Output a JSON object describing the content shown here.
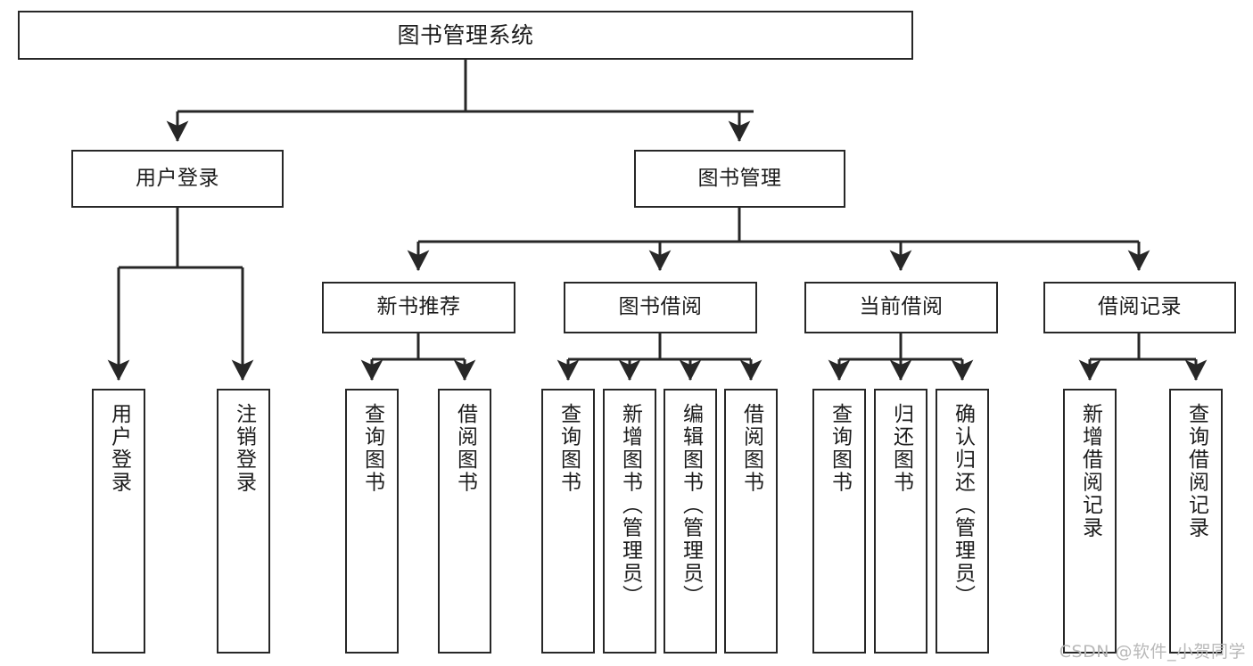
{
  "diagram": {
    "type": "tree-hierarchy-functional-decomposition",
    "title": "图书管理系统",
    "watermark": "CSDN @软件_小贺同学",
    "colors": {
      "stroke": "#272727",
      "fill": "#ffffff",
      "text": "#1c1c1c",
      "watermark": "#b9b9b9"
    },
    "root": {
      "id": "root",
      "label": "图书管理系统",
      "orientation": "horizontal"
    },
    "level2": [
      {
        "id": "user-login",
        "label": "用户登录",
        "orientation": "horizontal"
      },
      {
        "id": "book-management",
        "label": "图书管理",
        "orientation": "horizontal"
      }
    ],
    "level3": [
      {
        "id": "new-book-recommend",
        "label": "新书推荐",
        "orientation": "horizontal"
      },
      {
        "id": "book-borrow",
        "label": "图书借阅",
        "orientation": "horizontal"
      },
      {
        "id": "current-borrow",
        "label": "当前借阅",
        "orientation": "horizontal"
      },
      {
        "id": "borrow-record",
        "label": "借阅记录",
        "orientation": "horizontal"
      }
    ],
    "leaves": [
      {
        "id": "leaf-user-login",
        "label": "用户登录",
        "parent": "user-login",
        "orientation": "vertical"
      },
      {
        "id": "leaf-logout-login",
        "label": "注销登录",
        "parent": "user-login",
        "orientation": "vertical"
      },
      {
        "id": "leaf-query-book-1",
        "label": "查询图书",
        "parent": "new-book-recommend",
        "orientation": "vertical"
      },
      {
        "id": "leaf-borrow-book-1",
        "label": "借阅图书",
        "parent": "new-book-recommend",
        "orientation": "vertical"
      },
      {
        "id": "leaf-query-book-2",
        "label": "查询图书",
        "parent": "book-borrow",
        "orientation": "vertical"
      },
      {
        "id": "leaf-add-book",
        "label": "新增图书（管理员）",
        "parent": "book-borrow",
        "orientation": "vertical"
      },
      {
        "id": "leaf-edit-book",
        "label": "编辑图书（管理员）",
        "parent": "book-borrow",
        "orientation": "vertical"
      },
      {
        "id": "leaf-borrow-book-2",
        "label": "借阅图书",
        "parent": "book-borrow",
        "orientation": "vertical"
      },
      {
        "id": "leaf-query-book-3",
        "label": "查询图书",
        "parent": "current-borrow",
        "orientation": "vertical"
      },
      {
        "id": "leaf-return-book",
        "label": "归还图书",
        "parent": "current-borrow",
        "orientation": "vertical"
      },
      {
        "id": "leaf-confirm-return",
        "label": "确认归还（管理员）",
        "parent": "current-borrow",
        "orientation": "vertical"
      },
      {
        "id": "leaf-add-borrow-record",
        "label": "新增借阅记录",
        "parent": "borrow-record",
        "orientation": "vertical"
      },
      {
        "id": "leaf-query-borrow-record",
        "label": "查询借阅记录",
        "parent": "borrow-record",
        "orientation": "vertical"
      }
    ]
  }
}
